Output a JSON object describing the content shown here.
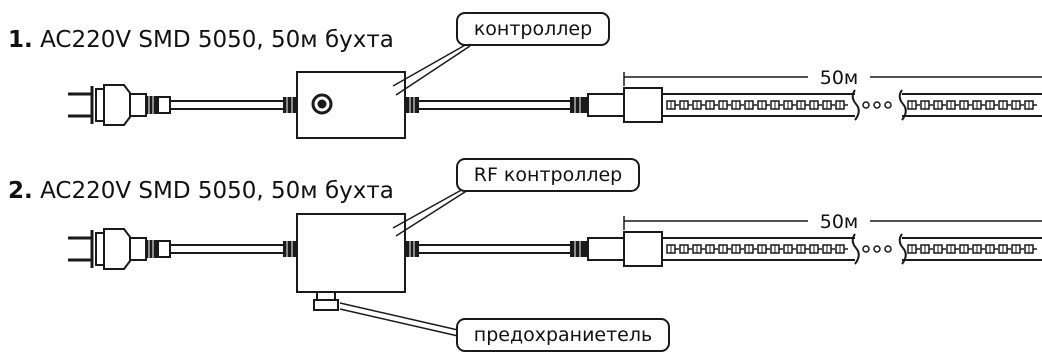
{
  "diagrams": [
    {
      "number": "1.",
      "title": "AC220V SMD 5050, 50м бухта",
      "controller_label": "контроллер",
      "length_label": "50м"
    },
    {
      "number": "2.",
      "title": "AC220V SMD 5050, 50м бухта",
      "controller_label": "RF контроллер",
      "fuse_label": "предохраниетель",
      "length_label": "50м"
    }
  ],
  "colors": {
    "line": "#1a1a1a",
    "background": "#ffffff"
  }
}
